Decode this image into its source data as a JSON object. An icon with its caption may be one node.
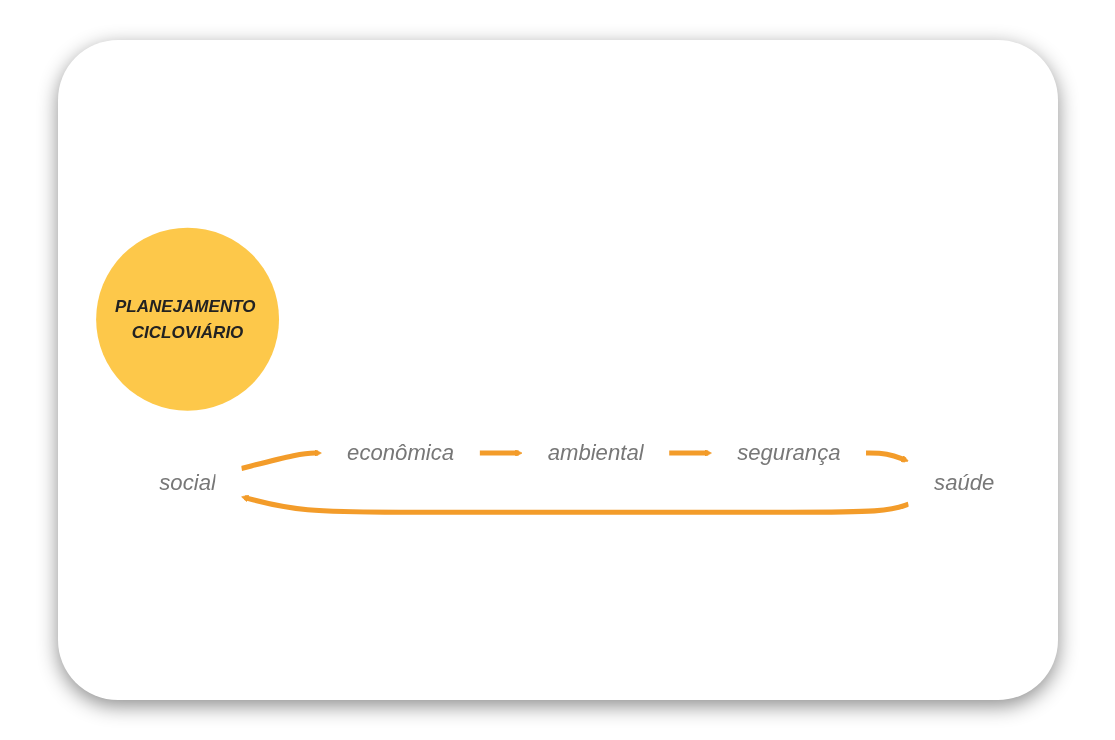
{
  "diagram": {
    "nodes": [
      {
        "text": [
          "PLANEJAMENTO CICLOVIÁRIO"
        ]
      },
      {
        "text": [
          "social"
        ]
      },
      {
        "text": [
          "econômica"
        ]
      },
      {
        "text": [
          "ambiental"
        ]
      },
      {
        "text": [
          "segurança"
        ]
      },
      {
        "text": [
          "saúde"
        ]
      }
    ],
    "edges": [
      {
        "from": 1,
        "to": 2,
        "arrow": "to"
      },
      {
        "from": 2,
        "to": 3,
        "arrow": "to"
      },
      {
        "from": 3,
        "to": 4,
        "arrow": "to"
      },
      {
        "from": 4,
        "to": 5,
        "arrow": "to"
      },
      {
        "from": 5,
        "to": 1,
        "arrow": "to"
      }
    ]
  }
}
